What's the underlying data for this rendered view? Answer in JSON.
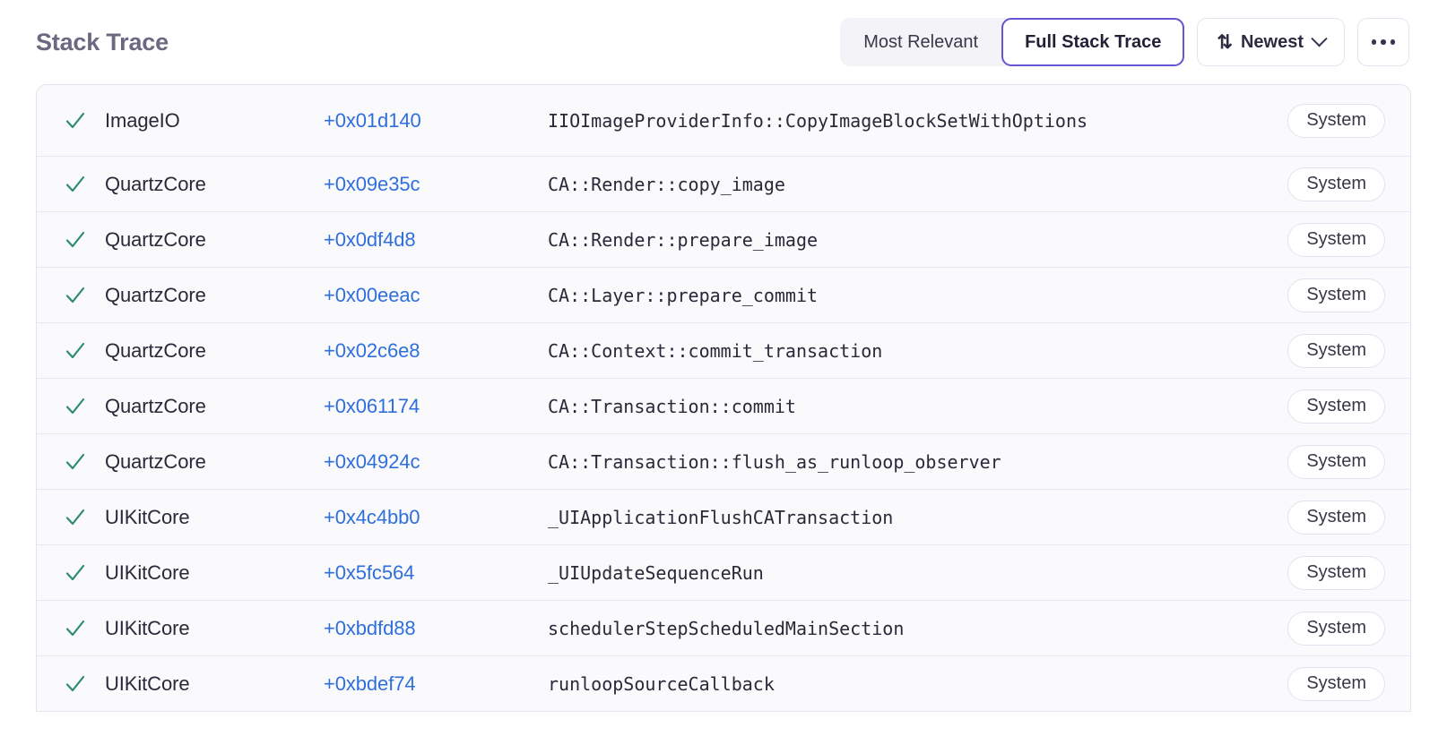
{
  "header": {
    "title": "Stack Trace",
    "segmented": {
      "options": [
        {
          "label": "Most Relevant",
          "active": false
        },
        {
          "label": "Full Stack Trace",
          "active": true
        }
      ]
    },
    "sort": {
      "icon": "sort-arrows-icon",
      "label": "Newest",
      "chevron": "chevron-down-icon"
    },
    "more": {
      "label": "…",
      "icon": "ellipsis-icon"
    }
  },
  "accent_colors": {
    "selected_border": "#6455d4",
    "address_link": "#2f6fdd",
    "check_green": "#2e8b70",
    "title_gray": "#6b6880",
    "row_background": "#fafafc",
    "row_border": "#e8e6f0"
  },
  "table": {
    "row_icon": "check-icon",
    "rows": [
      {
        "binary": "ImageIO",
        "address": "+0x01d140",
        "symbol": "IIOImageProviderInfo::CopyImageBlockSetWithOptions",
        "badge": "System"
      },
      {
        "binary": "QuartzCore",
        "address": "+0x09e35c",
        "symbol": "CA::Render::copy_image",
        "badge": "System"
      },
      {
        "binary": "QuartzCore",
        "address": "+0x0df4d8",
        "symbol": "CA::Render::prepare_image",
        "badge": "System"
      },
      {
        "binary": "QuartzCore",
        "address": "+0x00eeac",
        "symbol": "CA::Layer::prepare_commit",
        "badge": "System"
      },
      {
        "binary": "QuartzCore",
        "address": "+0x02c6e8",
        "symbol": "CA::Context::commit_transaction",
        "badge": "System"
      },
      {
        "binary": "QuartzCore",
        "address": "+0x061174",
        "symbol": "CA::Transaction::commit",
        "badge": "System"
      },
      {
        "binary": "QuartzCore",
        "address": "+0x04924c",
        "symbol": "CA::Transaction::flush_as_runloop_observer",
        "badge": "System"
      },
      {
        "binary": "UIKitCore",
        "address": "+0x4c4bb0",
        "symbol": "_UIApplicationFlushCATransaction",
        "badge": "System"
      },
      {
        "binary": "UIKitCore",
        "address": "+0x5fc564",
        "symbol": "_UIUpdateSequenceRun",
        "badge": "System"
      },
      {
        "binary": "UIKitCore",
        "address": "+0xbdfd88",
        "symbol": "schedulerStepScheduledMainSection",
        "badge": "System"
      },
      {
        "binary": "UIKitCore",
        "address": "+0xbdef74",
        "symbol": "runloopSourceCallback",
        "badge": "System"
      }
    ]
  }
}
